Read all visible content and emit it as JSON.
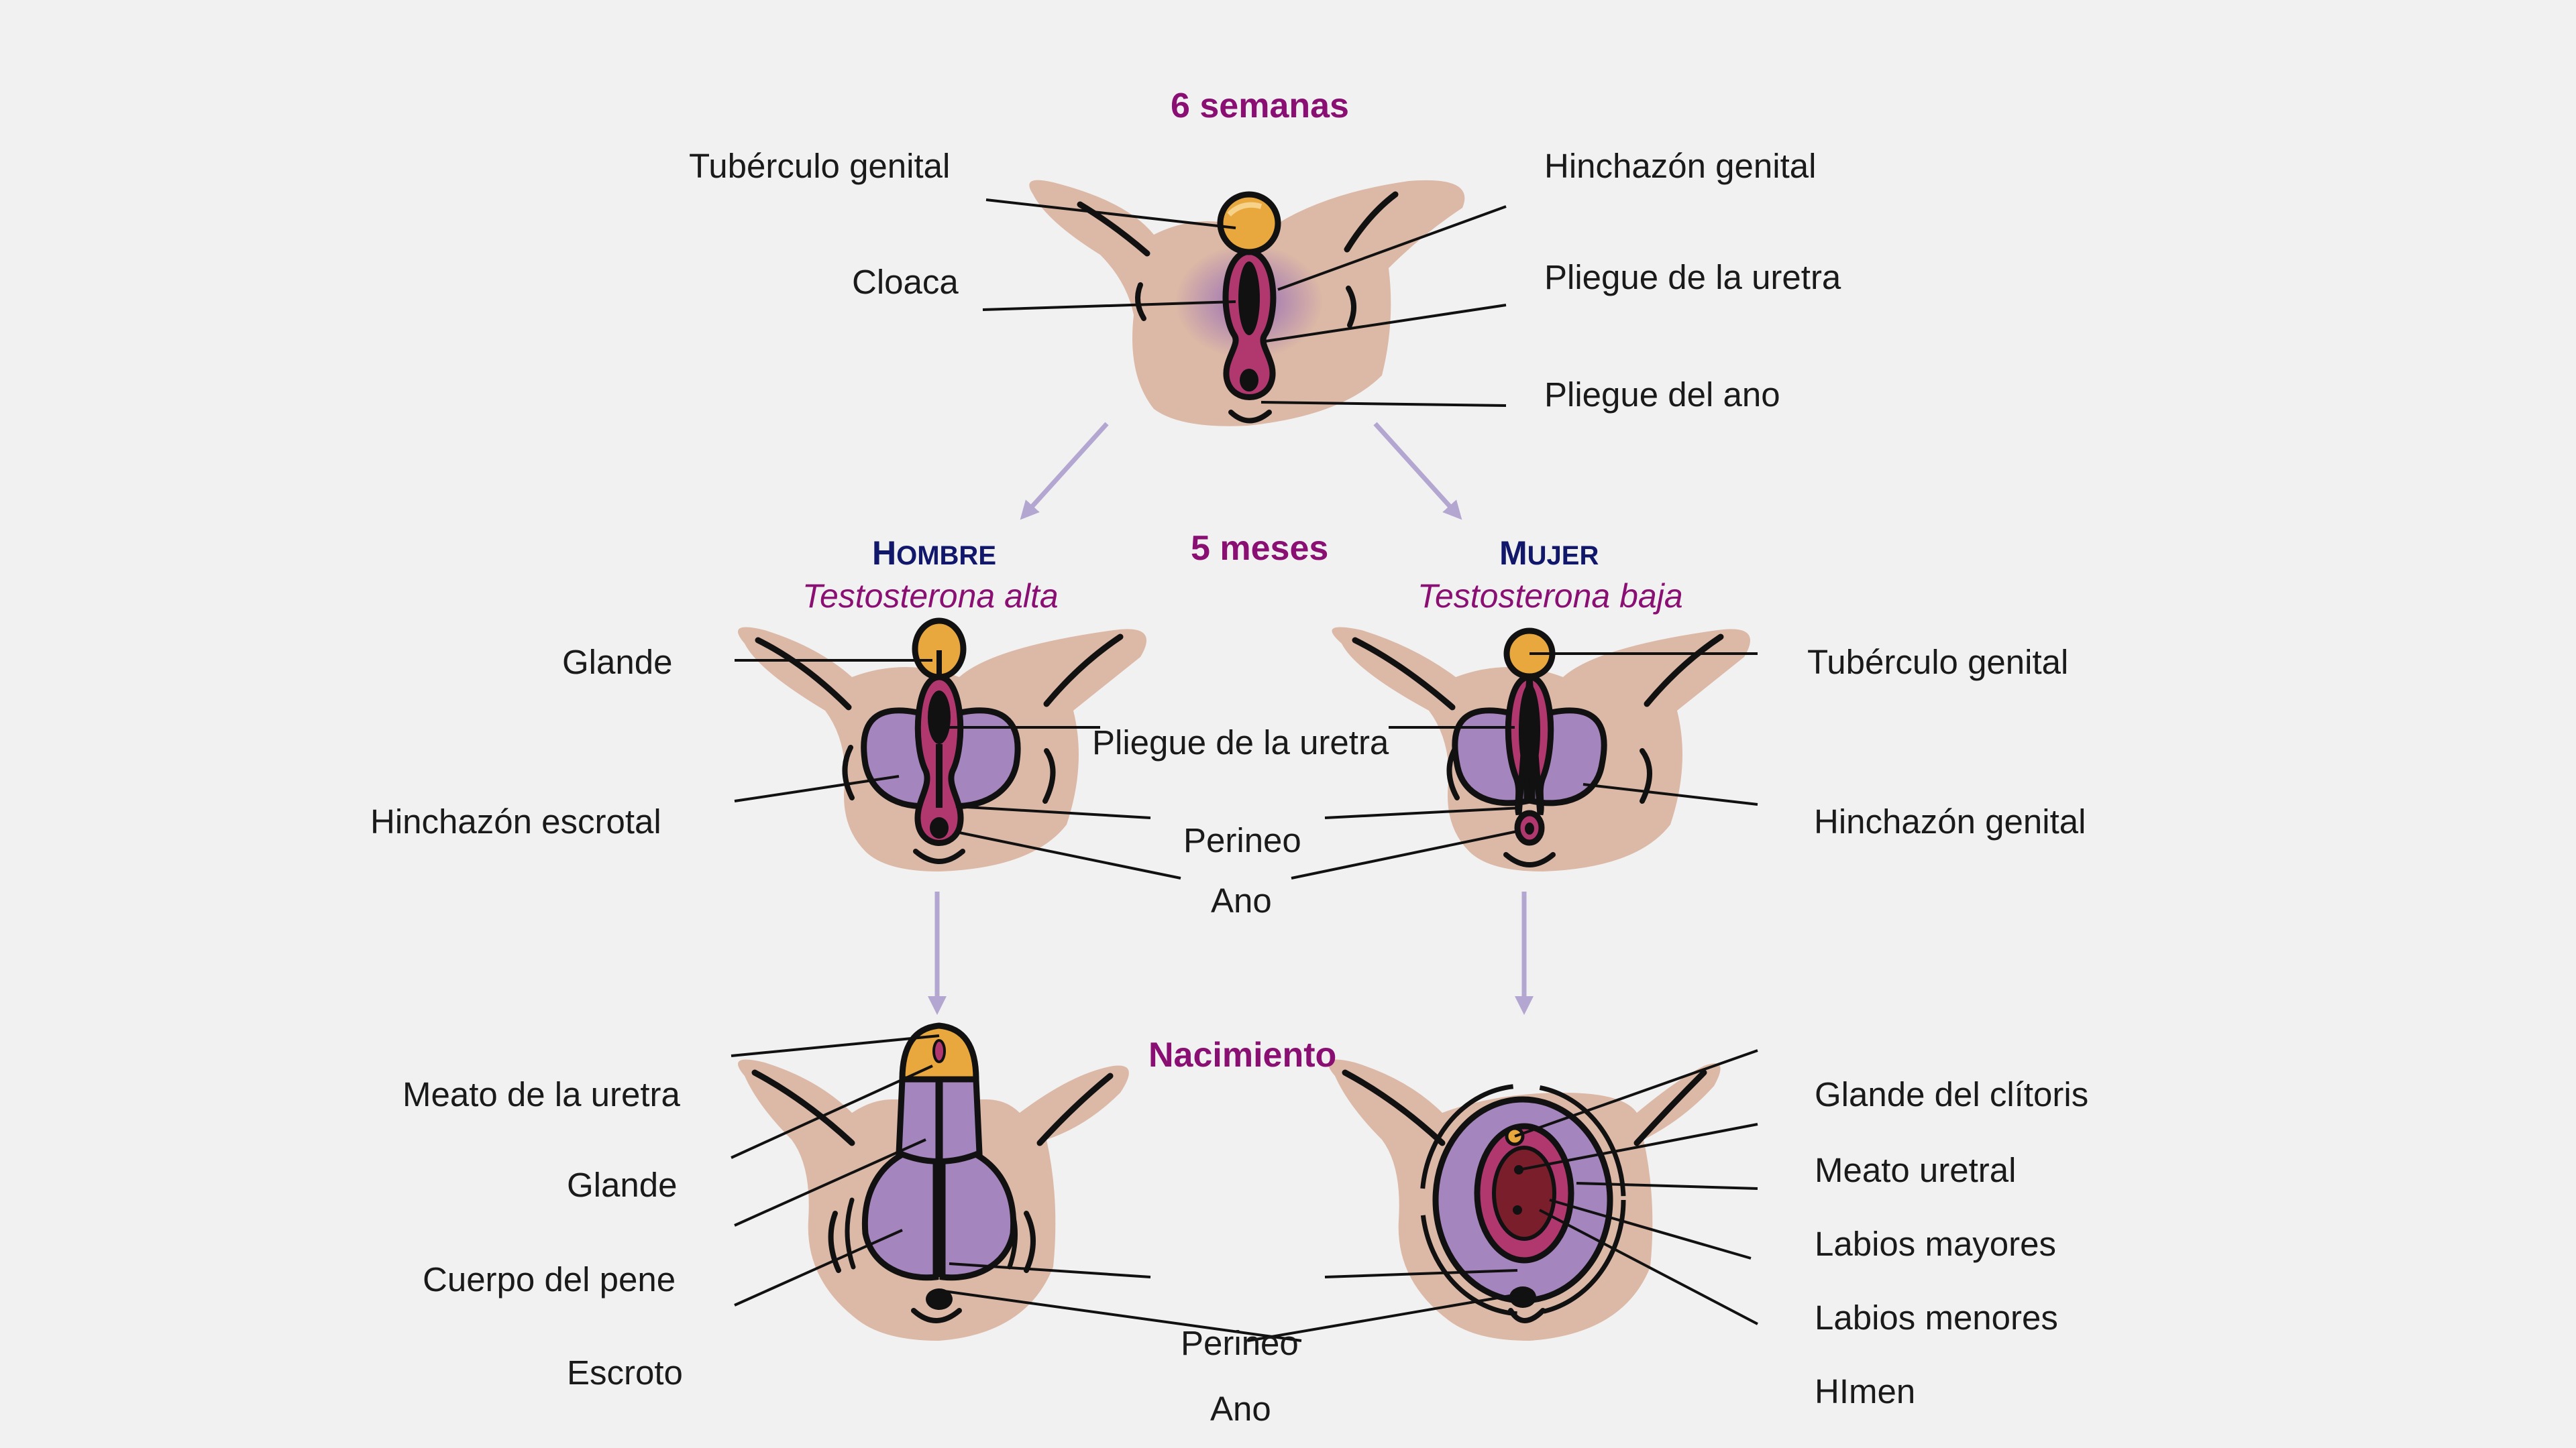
{
  "stages": {
    "six_weeks": "6 semanas",
    "five_months": "5 meses",
    "birth": "Nacimiento"
  },
  "sexes": {
    "male_initial": "H",
    "male_rest": "OMBRE",
    "male_hormone": "Testosterona alta",
    "female_initial": "M",
    "female_rest": "UJER",
    "female_hormone": "Testosterona baja"
  },
  "labels_6_weeks": {
    "genital_tubercle": "Tubérculo genital",
    "cloaca": "Cloaca",
    "genital_swelling": "Hinchazón genital",
    "urethral_fold": "Pliegue de la uretra",
    "anal_fold": "Pliegue del ano"
  },
  "labels_5_months": {
    "glans": "Glande",
    "scrotal_swelling": "Hinchazón escrotal",
    "urethral_fold": "Pliegue de la uretra",
    "perineum": "Perineo",
    "anus": "Ano",
    "genital_tubercle": "Tubérculo genital",
    "genital_swelling": "Hinchazón genital"
  },
  "labels_birth": {
    "urethral_meatus": "Meato de la uretra",
    "glans": "Glande",
    "penis_body": "Cuerpo del pene",
    "scrotum": "Escroto",
    "perineum": "Perineo",
    "anus": "Ano",
    "clitoris_glans": "Glande del clítoris",
    "urethral_meatus_f": "Meato uretral",
    "labia_majora": "Labios mayores",
    "labia_minora": "Labios menores",
    "hymen": "HImen"
  },
  "colors": {
    "background": "#f2f1f1",
    "skin": "#dcb8a6",
    "purple": "#a585bd",
    "magenta": "#b0386f",
    "gold": "#e9a83e",
    "arrow": "#b3a6d1",
    "stage_text": "#8a0f73",
    "sex_text": "#11186b"
  }
}
